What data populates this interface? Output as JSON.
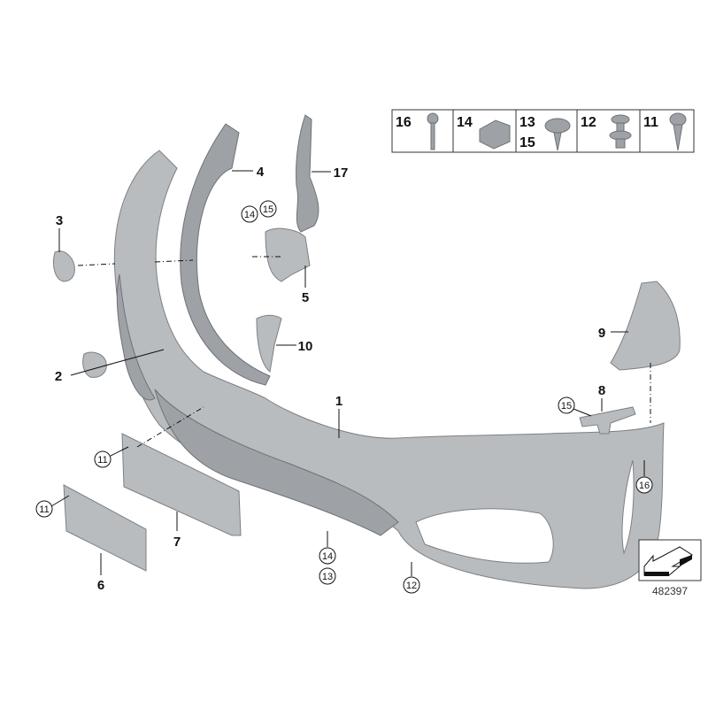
{
  "hardware_legend": [
    {
      "numbers": [
        "16"
      ],
      "icon": "bolt-icon"
    },
    {
      "numbers": [
        "14"
      ],
      "icon": "clip-nut-icon"
    },
    {
      "numbers": [
        "13",
        "15"
      ],
      "icon": "hex-flange-screw-icon"
    },
    {
      "numbers": [
        "12"
      ],
      "icon": "expanding-rivet-icon"
    },
    {
      "numbers": [
        "11"
      ],
      "icon": "pan-head-screw-icon"
    }
  ],
  "callouts": {
    "p1": "1",
    "p2": "2",
    "p3": "3",
    "p4": "4",
    "p5": "5",
    "p6": "6",
    "p7": "7",
    "p8": "8",
    "p9": "9",
    "p10": "10",
    "p17": "17",
    "c14a": "14",
    "c15a": "15",
    "c11a": "11",
    "c11b": "11",
    "c15b": "15",
    "c16": "16",
    "c14b": "14",
    "c13": "13",
    "c12": "12"
  },
  "diagram_number": "482397",
  "colors": {
    "part": "#b9bcbf",
    "line": "#111111"
  }
}
